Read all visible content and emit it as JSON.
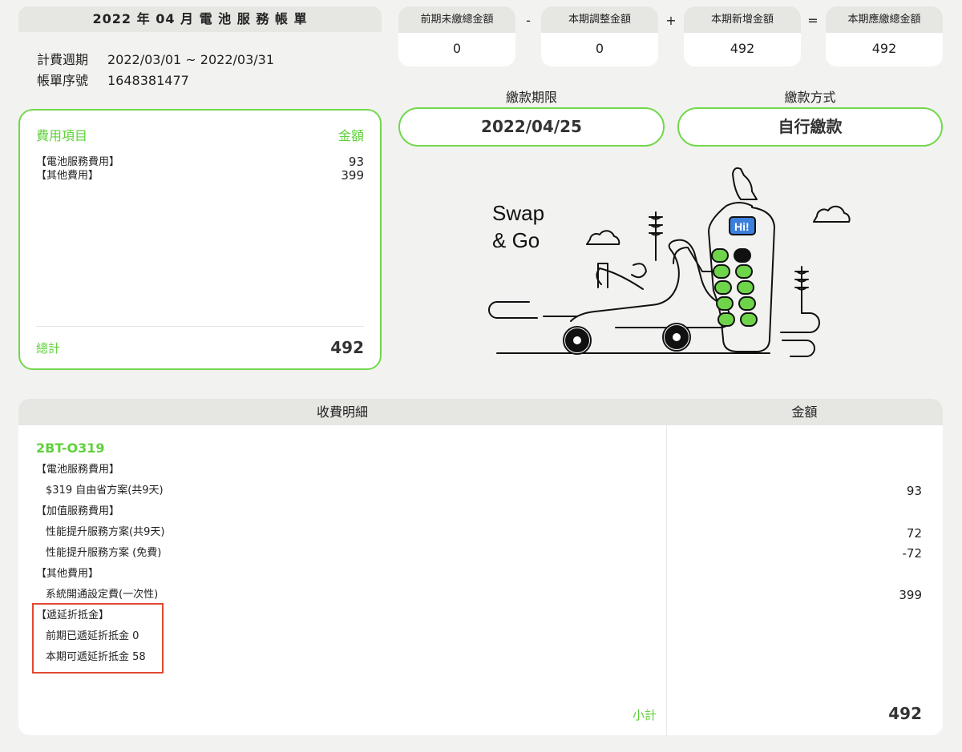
{
  "bill": {
    "title": "2022 年 04 月 電 池 服 務 帳 單",
    "period_label": "計費週期",
    "period_value": "2022/03/01 ~ 2022/03/31",
    "serial_label": "帳單序號",
    "serial_value": "1648381477"
  },
  "fees": {
    "item_header": "費用項目",
    "amount_header": "金額",
    "items": [
      {
        "label": "【電池服務費用】",
        "value": "93"
      },
      {
        "label": "【其他費用】",
        "value": "399"
      }
    ],
    "total_label": "總計",
    "total_value": "492"
  },
  "summary": {
    "prev_unpaid_label": "前期未繳總金額",
    "prev_unpaid_value": "0",
    "adjust_label": "本期調整金額",
    "adjust_value": "0",
    "new_label": "本期新增金額",
    "new_value": "492",
    "due_total_label": "本期應繳總金額",
    "due_total_value": "492",
    "op_minus": "-",
    "op_plus": "+",
    "op_equals": "="
  },
  "payment": {
    "deadline_label": "繳款期限",
    "deadline_value": "2022/04/25",
    "method_label": "繳款方式",
    "method_value": "自行繳款"
  },
  "illustration": {
    "slogan_line1": "Swap",
    "slogan_line2": "& Go",
    "bubble": "Hi!"
  },
  "detail": {
    "header_item": "收費明細",
    "header_amount": "金額",
    "plate": "2BT-O319",
    "lines": [
      {
        "text": "【電池服務費用】",
        "value": ""
      },
      {
        "text": "$319 自由省方案(共9天)",
        "value": "93"
      },
      {
        "text": "【加值服務費用】",
        "value": ""
      },
      {
        "text": "性能提升服務方案(共9天)",
        "value": "72"
      },
      {
        "text": "性能提升服務方案 (免費)",
        "value": "-72"
      },
      {
        "text": "【其他費用】",
        "value": ""
      },
      {
        "text": "系統開通設定費(一次性)",
        "value": "399"
      },
      {
        "text": "【遞延折抵金】",
        "value": ""
      },
      {
        "text": "前期已遞延折抵金 0",
        "value": ""
      },
      {
        "text": "本期可遞延折抵金 58",
        "value": ""
      }
    ],
    "subtotal_label": "小計",
    "subtotal_value": "492"
  },
  "colors": {
    "accent_green": "#5fd13a",
    "highlight_red": "#e0492f"
  }
}
